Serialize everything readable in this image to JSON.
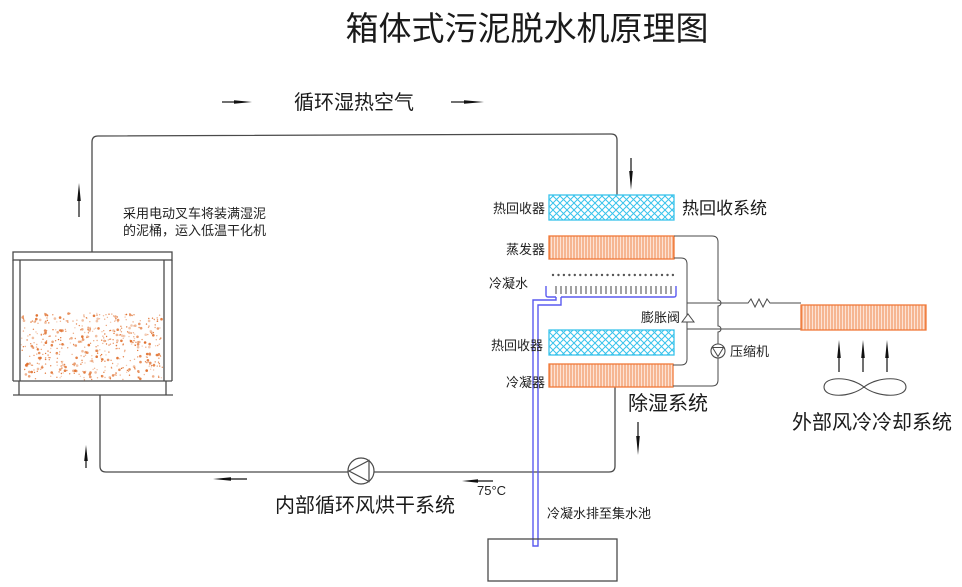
{
  "title": "箱体式污泥脱水机原理图",
  "labels": {
    "circulating_air": "循环湿热空气",
    "forklift_note": [
      "采用电动叉车将装满湿泥",
      "的泥桶，运入低温干化机"
    ],
    "heat_recovery_system": "热回收系统",
    "heat_recovery_top": "热回收器",
    "evaporator": "蒸发器",
    "condensate": "冷凝水",
    "expansion_valve": "膨胀阀",
    "heat_recovery_bottom": "热回收器",
    "condenser": "冷凝器",
    "compressor": "压缩机",
    "dehumidification_system": "除湿系统",
    "external_cooling_system": "外部风冷冷却系统",
    "internal_drying_system": "内部循环风烘干系统",
    "temperature": "75°C",
    "drain_note": "冷凝水排至集水池"
  },
  "colors": {
    "line": "#4a4a4a",
    "coil_orange": "#f07a3a",
    "coil_fill": "#fcd8c4",
    "heat_recovery_cyan": "#38c3ec",
    "drain_blue": "#5a5af0",
    "sludge": "#e0702e"
  }
}
